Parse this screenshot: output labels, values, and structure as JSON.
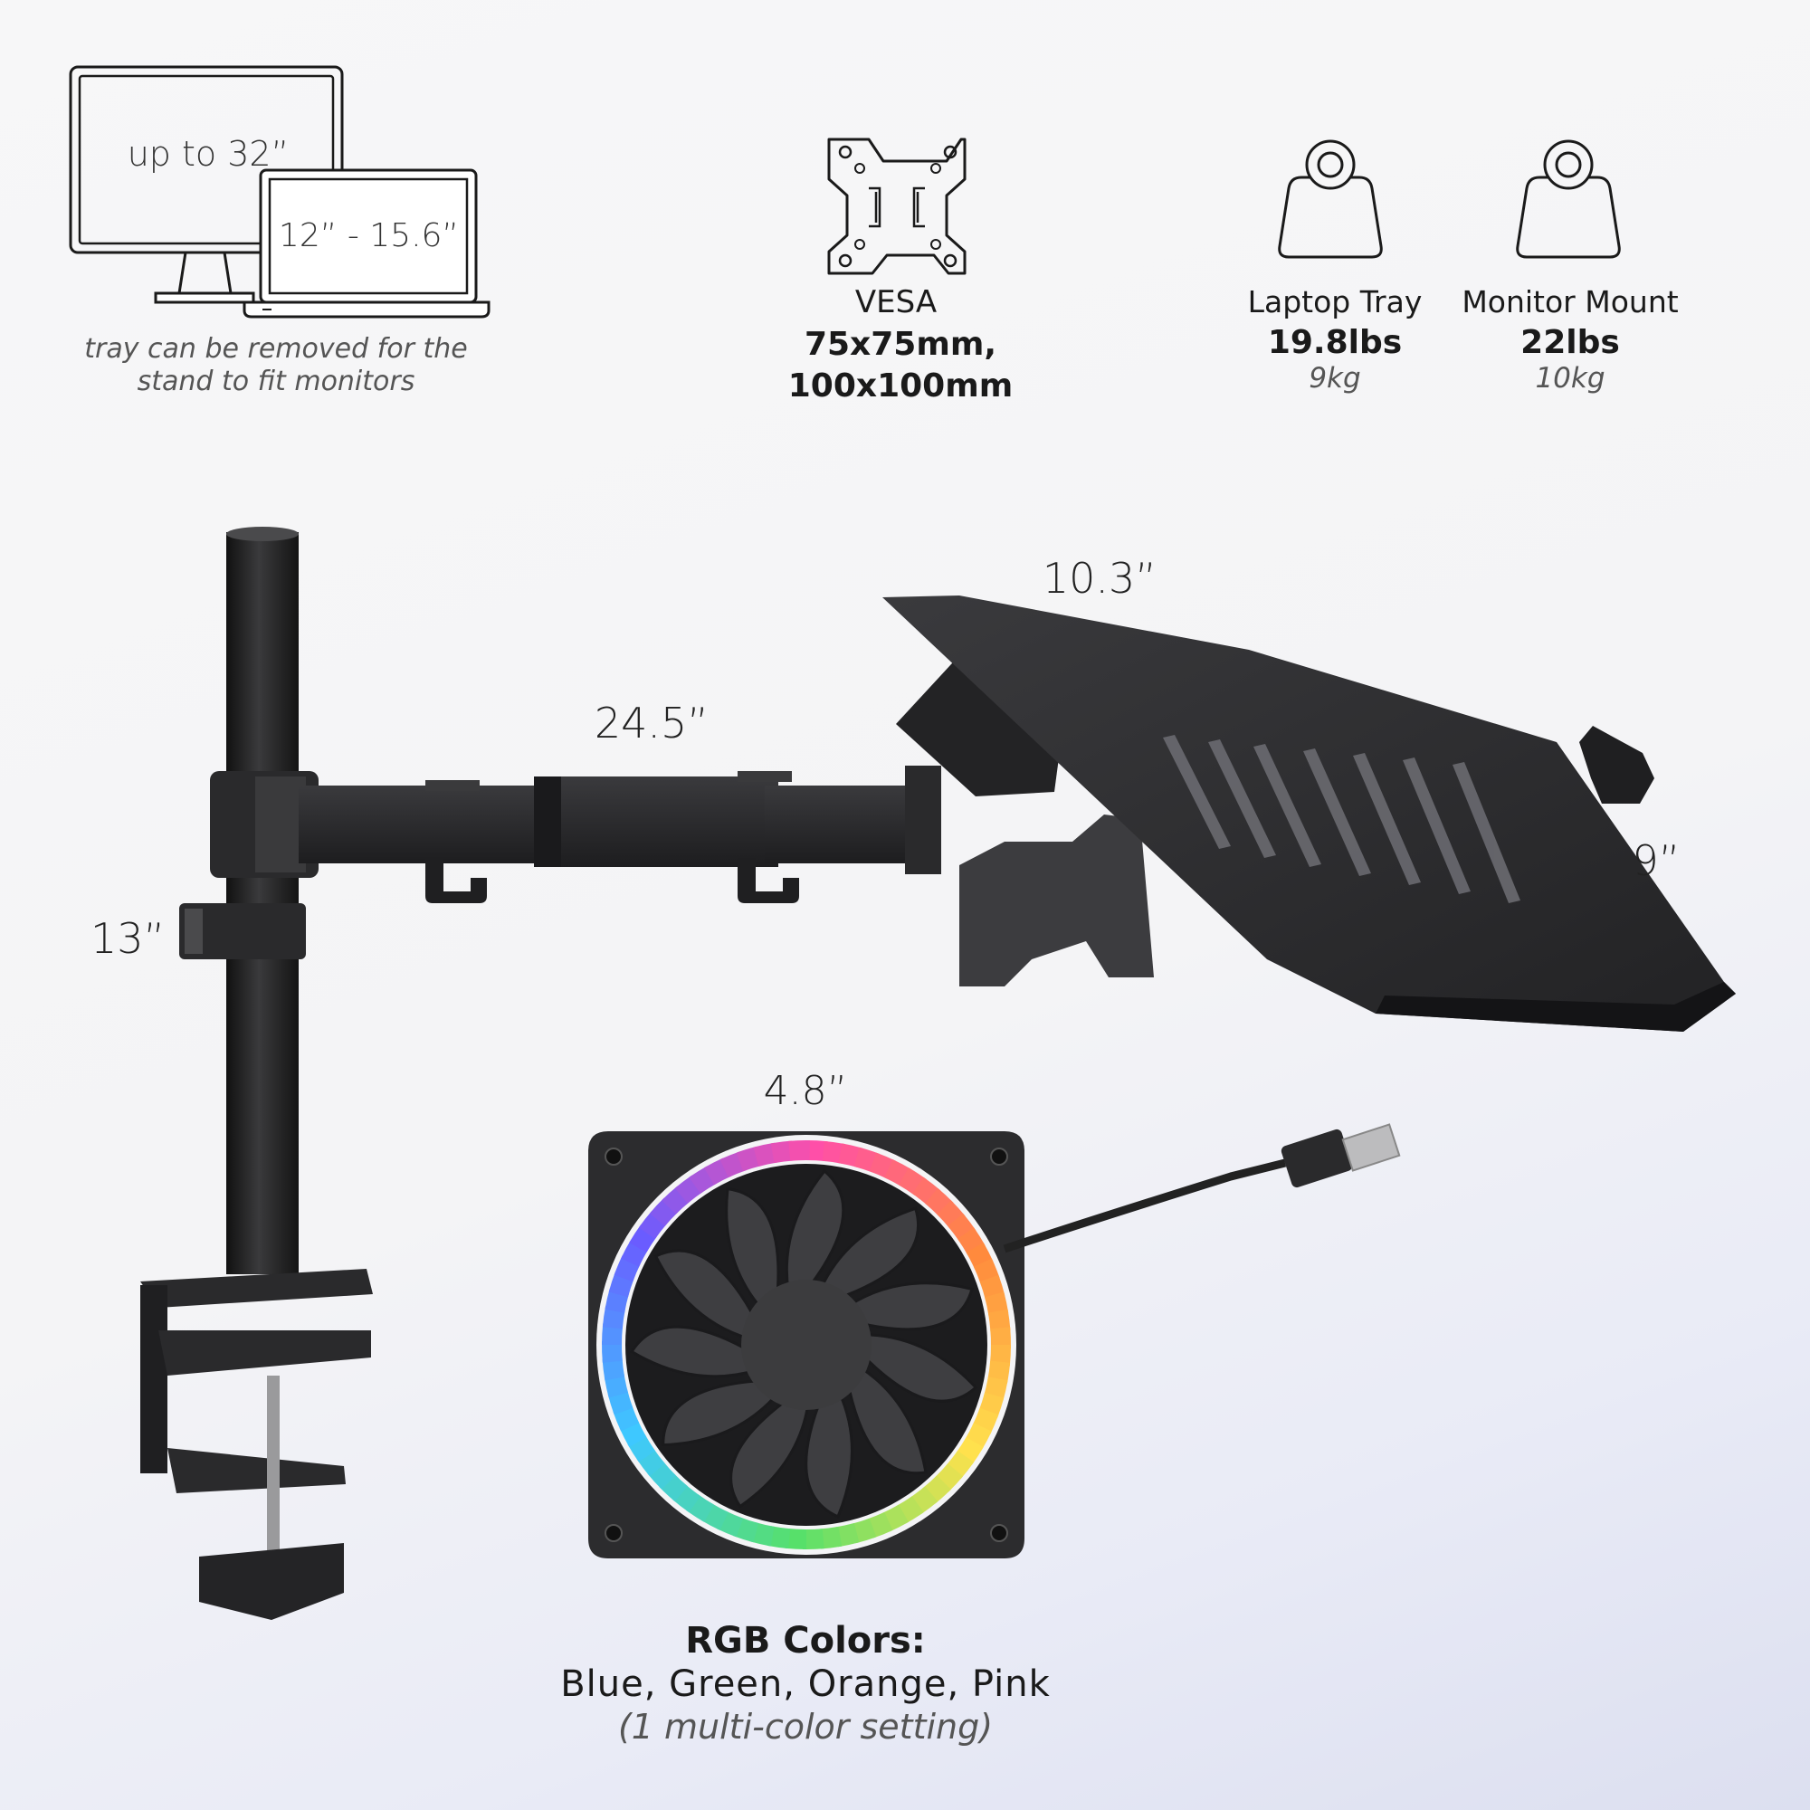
{
  "sizes": {
    "monitor_label": "up to 32”",
    "laptop_label": "12” - 15.6”",
    "note_line1": "tray can be removed for the",
    "note_line2": "stand to fit monitors"
  },
  "vesa": {
    "title": "VESA",
    "line1": "75x75mm,",
    "line2": "100x100mm"
  },
  "weights": [
    {
      "name": "Laptop Tray",
      "imperial": "19.8lbs",
      "metric": "9kg"
    },
    {
      "name": "Monitor Mount",
      "imperial": "22lbs",
      "metric": "10kg"
    }
  ],
  "dimensions": {
    "pole_height": "13”",
    "arm_length": "24.5”",
    "tray_width": "10.3”",
    "tray_depth": "9”",
    "fan_size": "4.8”"
  },
  "fan": {
    "title": "RGB Colors:",
    "colors": "Blue, Green, Orange, Pink",
    "note": "(1 multi-color setting)"
  },
  "colors": {
    "product": "#2b2b2d",
    "product_dark": "#1c1c1e",
    "outline": "#1a1a1a",
    "rgb_ring": [
      "#ff4fa8",
      "#ff8a3d",
      "#ffe14d",
      "#57e06a",
      "#3ec8ff",
      "#6a5cff",
      "#ff4fa8"
    ]
  }
}
